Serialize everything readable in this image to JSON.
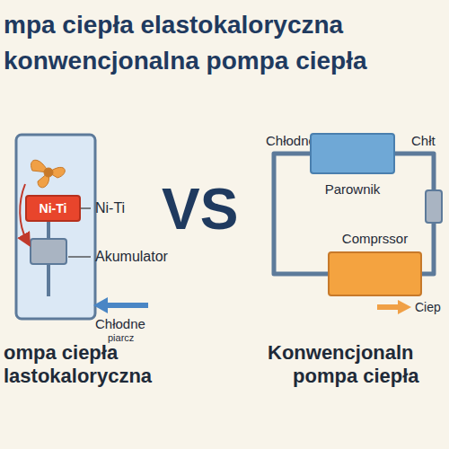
{
  "diagram": {
    "title": "mpa ciepła elastokaloryczna konwencjonalna pompa ciepła",
    "nodes": [
      {
        "text": [
          "Ni-Ti"
        ]
      },
      {
        "text": [
          "Parownik"
        ]
      },
      {
        "text": [
          "Comprssor"
        ]
      }
    ],
    "edges": [
      {
        "from": 1,
        "to": 2,
        "arrow": "none"
      },
      {
        "from": 2,
        "to": 1,
        "arrow": "none"
      }
    ],
    "labels": [
      "Ni-Ti",
      "Akumulator",
      "Chłodne",
      "piarcz",
      "ompa ciepła",
      "lastokaloryczna",
      "VS",
      "Chłodne",
      "Chłt",
      "Ciep",
      "Konwencjonaln",
      "pompa ciepła"
    ]
  }
}
